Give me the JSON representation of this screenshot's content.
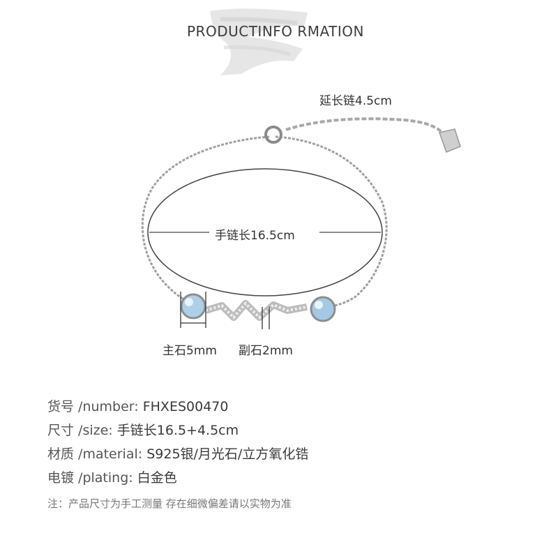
{
  "header": {
    "title": "PRODUCTINFO RMATION"
  },
  "diagram": {
    "extension_label": "延长链4.5cm",
    "length_label": "手链长16.5cm",
    "main_stone_label": "主石5mm",
    "side_stone_label": "副石2mm"
  },
  "specs": [
    {
      "label": "货号 /number:",
      "value": "FHXES00470"
    },
    {
      "label": "尺寸 /size:",
      "value": "手链长16.5+4.5cm"
    },
    {
      "label": "材质 /material:",
      "value": "S925银/月光石/立方氧化锆"
    },
    {
      "label": "电镀 /plating:",
      "value": "白金色"
    }
  ],
  "note": "注：产品尺寸为手工测量 存在细微偏差请以实物为准",
  "colors": {
    "text": "#3a3a3a",
    "brush": "#dcdcdc",
    "chain": "#9a9a9a",
    "moonstone": "#9fc9e6"
  }
}
